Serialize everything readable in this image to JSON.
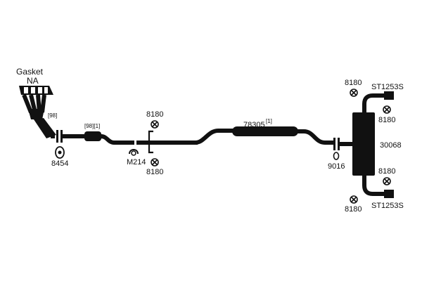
{
  "colors": {
    "ink": "#111111",
    "background": "#ffffff"
  },
  "labels": {
    "gasket": "Gasket",
    "na": "NA",
    "manifold_ref": "[98]",
    "front_pipe_ref": "[98][1]",
    "front_gasket": "8454",
    "hanger_top": "8180",
    "hanger_bottom": "8180",
    "clamp": "M214",
    "resonator_part": "78305",
    "resonator_ref": "[1]",
    "rear_gasket": "9016",
    "muffler_hanger_upper_top": "8180",
    "muffler_hanger_upper_side": "8180",
    "muffler_hanger_lower_side": "8180",
    "muffler_hanger_lower_bottom": "8180",
    "tailpipe_upper": "ST1253S",
    "tailpipe_lower": "ST1253S",
    "muffler_part": "30068"
  },
  "icons": {
    "hanger": "hanger-icon",
    "gasket": "gasket-ring-icon",
    "clamp": "clamp-icon",
    "tip": "exhaust-tip-icon"
  }
}
